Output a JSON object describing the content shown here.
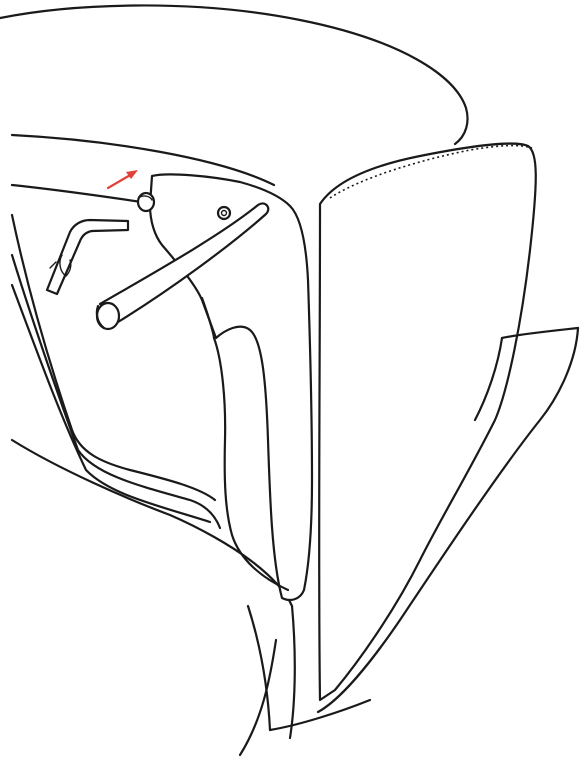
{
  "diagram": {
    "type": "assembly-instruction",
    "parts": [
      {
        "name": "chair-backrest"
      },
      {
        "name": "seat-cushion"
      },
      {
        "name": "armrest-frame"
      },
      {
        "name": "hex-key"
      },
      {
        "name": "screw"
      },
      {
        "name": "bolt-hole"
      }
    ],
    "indicator": {
      "name": "direction-arrow",
      "color": "#e0413a"
    },
    "line_color": "#1a1a1a",
    "background": "#ffffff"
  }
}
